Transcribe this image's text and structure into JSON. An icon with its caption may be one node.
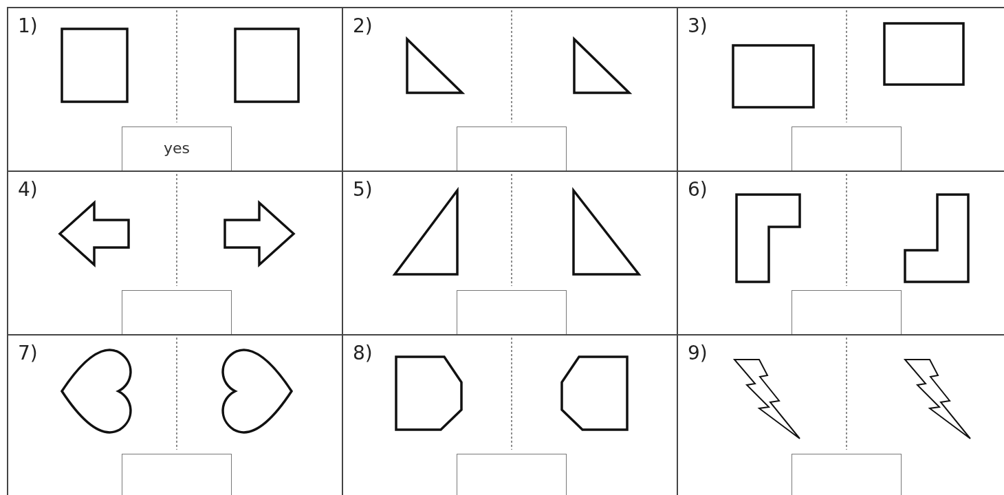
{
  "diagram": {
    "labels": [
      "1)",
      "yes",
      "2)",
      "3)",
      "4)",
      "5)",
      "6)",
      "7)",
      "8)",
      "9)"
    ]
  }
}
